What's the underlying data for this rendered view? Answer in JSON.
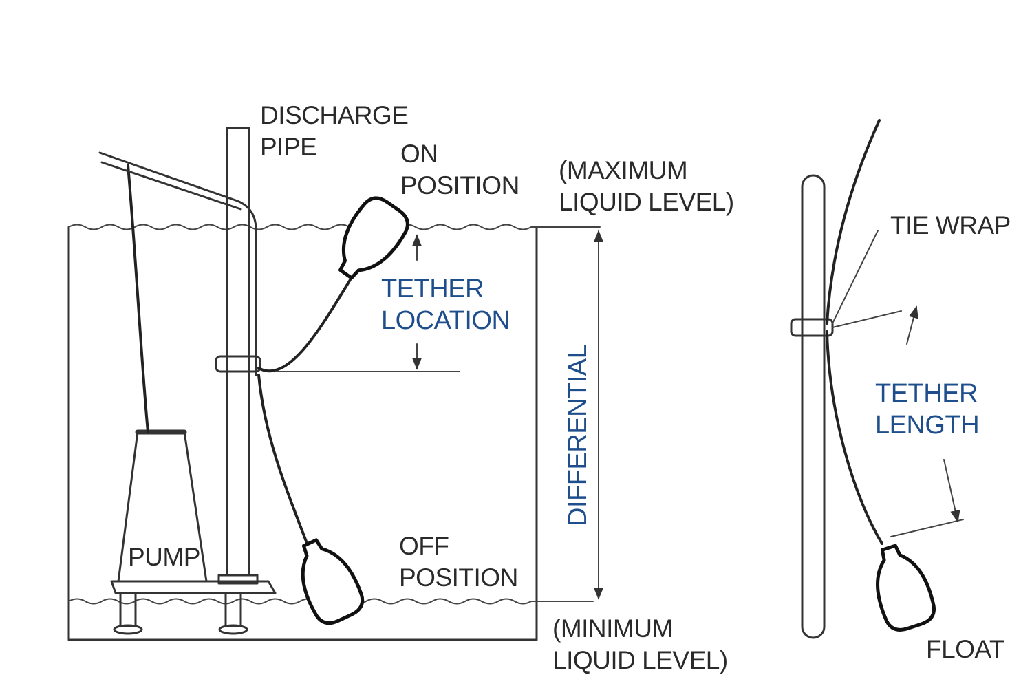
{
  "labels": {
    "discharge_pipe": [
      "DISCHARGE",
      "PIPE"
    ],
    "on_position": [
      "ON",
      "POSITION"
    ],
    "maximum_liquid_level": [
      "(MAXIMUM",
      "LIQUID LEVEL)"
    ],
    "tether_location": [
      "TETHER",
      "LOCATION"
    ],
    "differential": "DIFFERENTIAL",
    "pump": "PUMP",
    "off_position": [
      "OFF",
      "POSITION"
    ],
    "minimum_liquid_level": [
      "(MINIMUM",
      "LIQUID LEVEL)"
    ],
    "tie_wrap": "TIE WRAP",
    "tether_length": [
      "TETHER",
      "LENGTH"
    ],
    "float": "FLOAT"
  },
  "colors": {
    "line": "#333333",
    "text": "#2a2a2a",
    "highlight_text": "#1f4e8c"
  }
}
